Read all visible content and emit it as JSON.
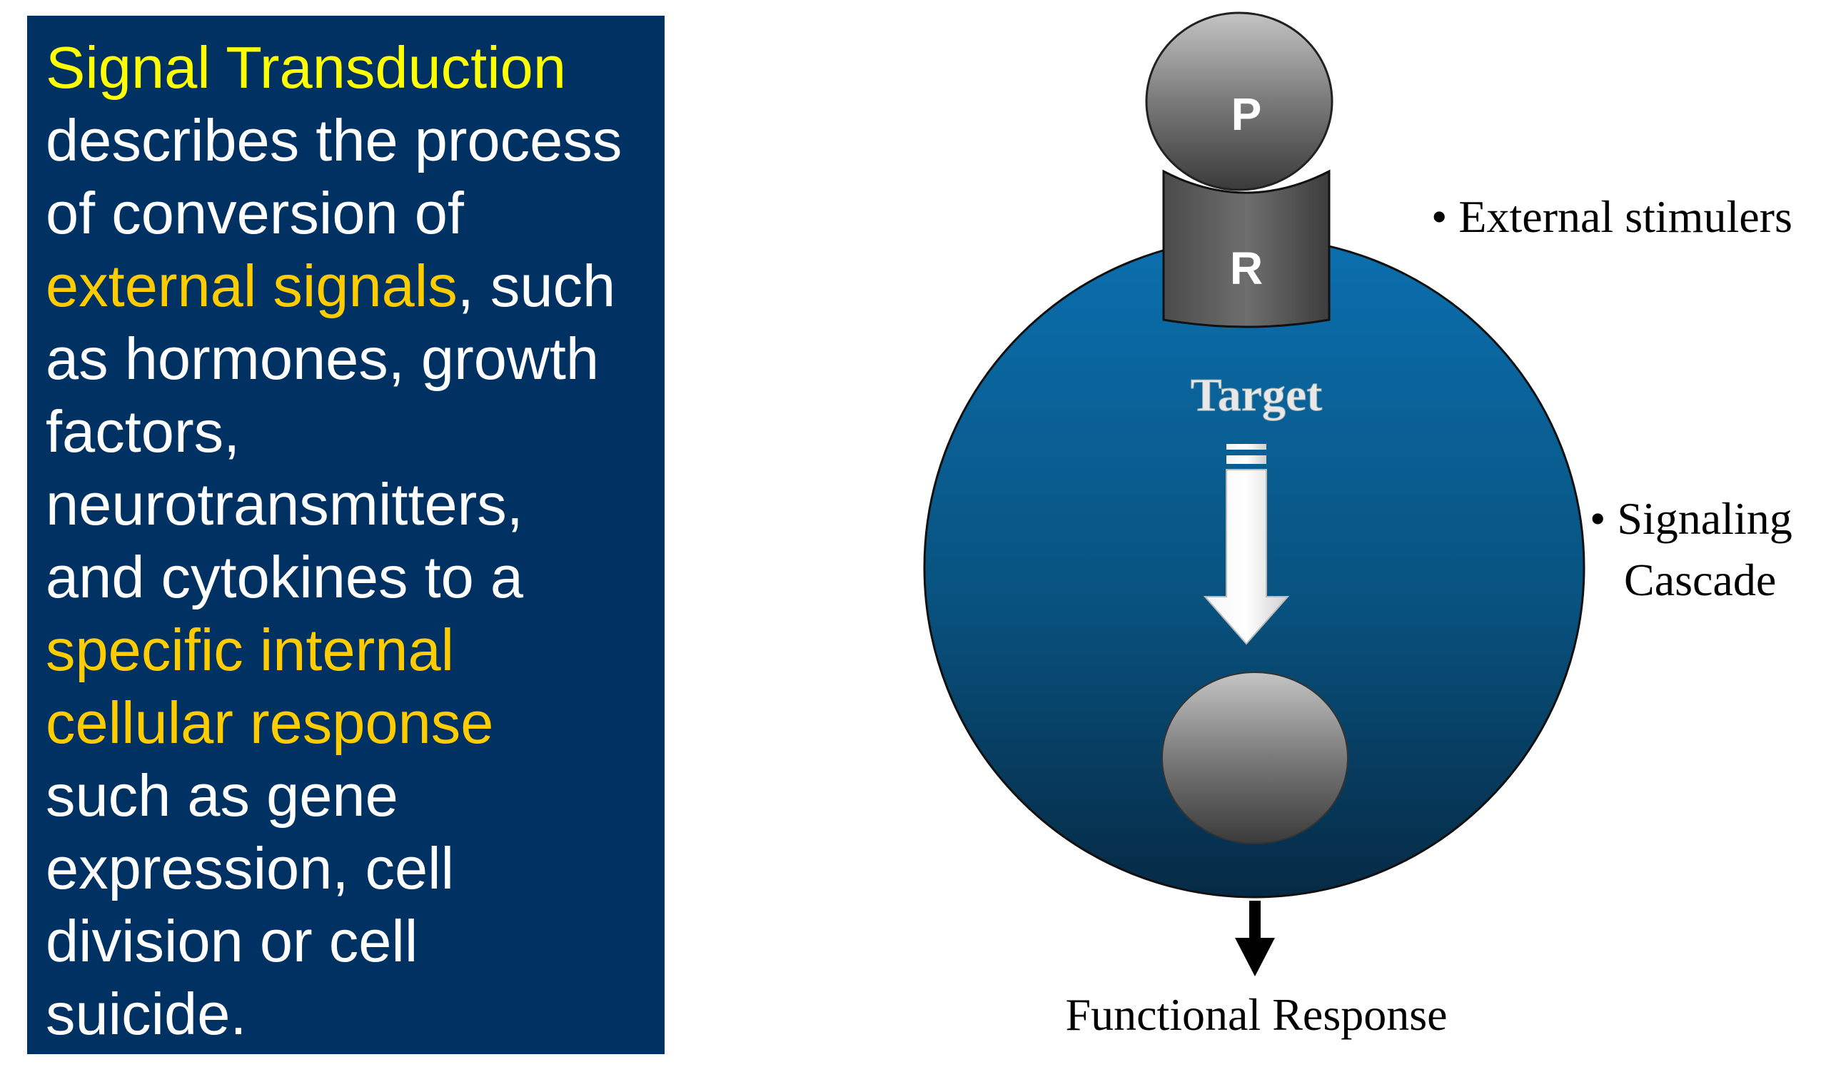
{
  "textbox": {
    "lines": [
      {
        "segments": [
          {
            "text": "Signal Transduction",
            "tone": "yellow"
          }
        ]
      },
      {
        "segments": [
          {
            "text": "describes the process",
            "tone": "white"
          }
        ]
      },
      {
        "segments": [
          {
            "text": "of conversion of",
            "tone": "white"
          }
        ]
      },
      {
        "segments": [
          {
            "text": "external signals",
            "tone": "gold"
          },
          {
            "text": ", such",
            "tone": "white"
          }
        ]
      },
      {
        "segments": [
          {
            "text": "as hormones, growth",
            "tone": "white"
          }
        ]
      },
      {
        "segments": [
          {
            "text": "factors,",
            "tone": "white"
          }
        ]
      },
      {
        "segments": [
          {
            "text": "neurotransmitters,",
            "tone": "white"
          }
        ]
      },
      {
        "segments": [
          {
            "text": "and cytokines to a",
            "tone": "white"
          }
        ]
      },
      {
        "segments": [
          {
            "text": "specific internal",
            "tone": "gold"
          }
        ]
      },
      {
        "segments": [
          {
            "text": "cellular response",
            "tone": "gold"
          }
        ]
      },
      {
        "segments": [
          {
            "text": "such as gene",
            "tone": "white"
          }
        ]
      },
      {
        "segments": [
          {
            "text": "expression, cell",
            "tone": "white"
          }
        ]
      },
      {
        "segments": [
          {
            "text": "division or cell",
            "tone": "white"
          }
        ]
      },
      {
        "segments": [
          {
            "text": "suicide.",
            "tone": "white"
          }
        ]
      }
    ]
  },
  "diagram": {
    "ligand_label": "P",
    "receptor_label": "R",
    "target_label": "Target",
    "bullet_external": "• External stimulers",
    "bullet_signaling_line1": "• Signaling",
    "bullet_signaling_line2": "Cascade",
    "functional_response": "Functional Response"
  },
  "colors": {
    "panel_bg": "#003163",
    "highlight_yellow": "#ffff00",
    "highlight_gold": "#ffcc00",
    "cell_top": "#0a6aa8",
    "cell_bottom": "#07304f",
    "grey_light": "#bcbcbc",
    "grey_dark": "#3a3a3a"
  }
}
